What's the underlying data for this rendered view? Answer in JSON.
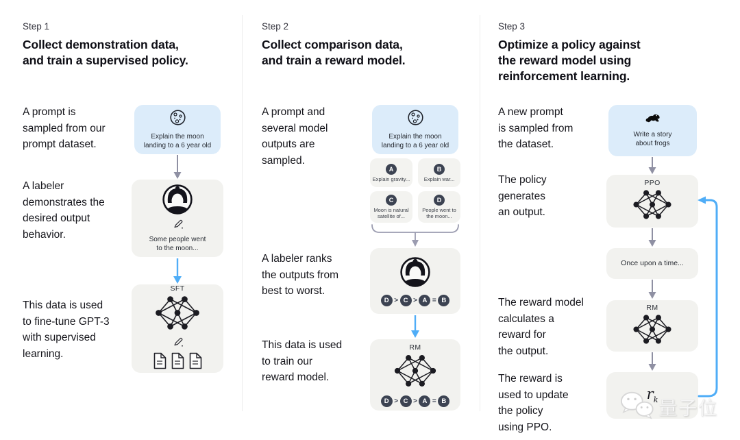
{
  "colors": {
    "accent_blue_arrow": "#4fadf7",
    "gray_arrow": "#8f90a3",
    "box_gray": "#f2f2ef",
    "box_blue": "#dcecfa",
    "rank_circle": "#3c4352",
    "divider": "#ececec"
  },
  "steps": [
    {
      "step_label": "Step 1",
      "title": "Collect demonstration data,\nand train a supervised policy.",
      "captions": {
        "prompt": "A prompt is\nsampled from our\nprompt dataset.",
        "labeler": "A labeler\ndemonstrates the\ndesired output\nbehavior.",
        "data": "This data is used\nto fine-tune GPT-3\nwith supervised\nlearning."
      },
      "prompt_box": {
        "icon": "moon-icon",
        "text": "Explain the moon\nlanding to a 6 year old"
      },
      "labeler_box": {
        "icon": "labeler-avatar-icon",
        "pencil_icon": "pencil-icon",
        "text": "Some people went\nto the moon..."
      },
      "model_box": {
        "label": "SFT",
        "icons": [
          "network-icon",
          "pencil-icon",
          "document-icon",
          "document-icon",
          "document-icon"
        ]
      }
    },
    {
      "step_label": "Step 2",
      "title": "Collect comparison data,\nand train a reward model.",
      "captions": {
        "prompt": "A prompt and\nseveral model\noutputs are\nsampled.",
        "labeler": "A labeler ranks\nthe outputs from\nbest to worst.",
        "data": "This data is used\nto train our\nreward model."
      },
      "prompt_box": {
        "icon": "moon-icon",
        "text": "Explain the moon\nlanding to a 6 year old"
      },
      "outputs": [
        {
          "letter": "A",
          "text": "Explain gravity..."
        },
        {
          "letter": "B",
          "text": "Explain war..."
        },
        {
          "letter": "C",
          "text": "Moon is natural\nsatellite of..."
        },
        {
          "letter": "D",
          "text": "People went to\nthe moon..."
        }
      ],
      "ranking": {
        "items": [
          "D",
          "C",
          "A",
          "B"
        ],
        "ops": [
          ">",
          ">",
          "="
        ]
      },
      "labeler_box": {
        "icon": "labeler-avatar-icon"
      },
      "model_box": {
        "label": "RM",
        "icons": [
          "network-icon"
        ]
      }
    },
    {
      "step_label": "Step 3",
      "title": "Optimize a policy against\nthe reward model using\nreinforcement learning.",
      "captions": {
        "prompt": "A new prompt\nis sampled from\nthe dataset.",
        "policy": "The policy\ngenerates\nan output.",
        "reward": "The reward model\ncalculates a\nreward for\nthe output.",
        "update": "The reward is\nused to update\nthe policy\nusing PPO."
      },
      "prompt_box": {
        "icon": "frog-icon",
        "text": "Write a story\nabout frogs"
      },
      "ppo_box": {
        "label": "PPO",
        "icons": [
          "network-icon"
        ]
      },
      "output_box": {
        "text": "Once upon a time..."
      },
      "rm_box": {
        "label": "RM",
        "icons": [
          "network-icon"
        ]
      },
      "reward_box": {
        "base": "r",
        "sub": "k"
      }
    }
  ],
  "watermark": {
    "icon": "wechat-icon",
    "text": "量子位"
  }
}
